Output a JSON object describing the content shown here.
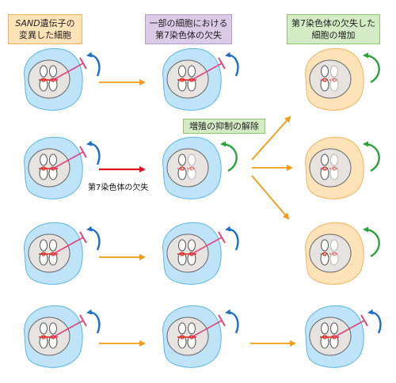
{
  "headers": {
    "mutant_cells": {
      "italic_part": "SAND",
      "line1_rest": "遺伝子の",
      "line2": "変異した細胞"
    },
    "partial_loss": {
      "line1": "一部の細胞における",
      "line2": "第7染色体の欠失"
    },
    "increase": {
      "line1": "第7染色体の欠失した",
      "line2": "細胞の増加"
    }
  },
  "labels": {
    "release": "増殖の抑制の解除",
    "deletion": "第7染色体の欠失"
  },
  "colors": {
    "mutant_cell_fill": "#bfe3f7",
    "mutant_cell_stroke": "#58b7e6",
    "deleted_cell_fill": "#fde3b8",
    "deleted_cell_stroke": "#f2b35c",
    "nucleus_fill": "#e6e3e1",
    "mutation_mark": "#e8261f",
    "inhibitor_line": "#e0457b",
    "inhibition_arrow": "#1b6fc4",
    "growth_arrow": "#2aa33a",
    "flow_arrow": "#f29b13",
    "deletion_arrow": "#e2101c"
  }
}
